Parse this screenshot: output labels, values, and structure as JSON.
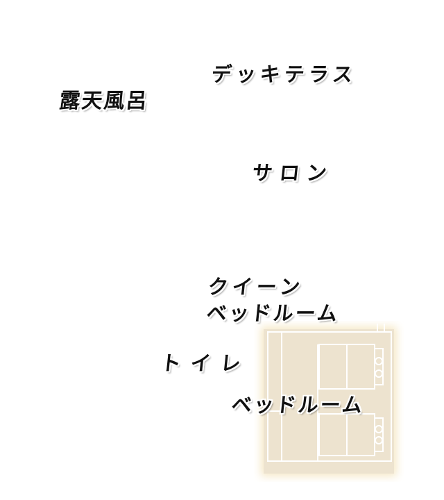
{
  "rooms": {
    "deck_terrace": "デッキテラス",
    "open_air_bath": "露天風呂",
    "salon": "サロン",
    "queen_bedroom_line1": "クイーン",
    "queen_bedroom_line2": "ベッドルーム",
    "toilet": "トイレ",
    "bedroom": "ベッドルーム"
  },
  "colors": {
    "highlight_fill": "#ede3cf",
    "highlight_glow": "#f6e9c8",
    "wall_line": "#ffffff",
    "label_text": "#111111"
  }
}
